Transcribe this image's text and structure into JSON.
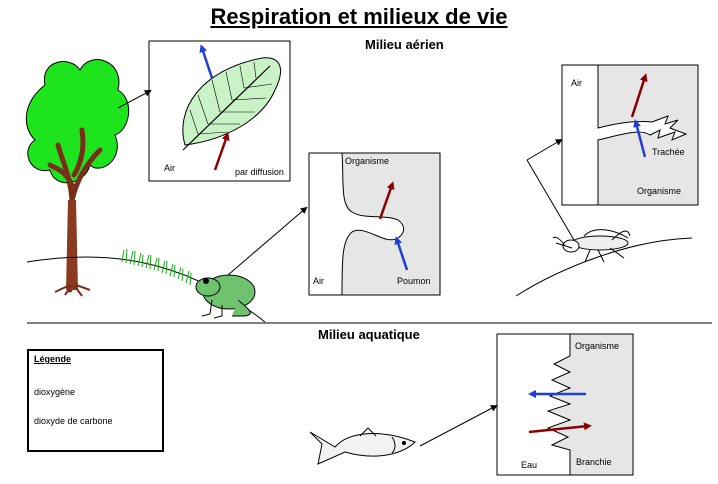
{
  "title": "Respiration et milieux de vie",
  "sections": {
    "aerial": "Milieu aérien",
    "aquatic": "Milieu aquatique"
  },
  "leaf_panel": {
    "air": "Air",
    "diffusion": "par diffusion"
  },
  "lung_panel": {
    "organism": "Organisme",
    "air": "Air",
    "lung": "Poumon"
  },
  "insect_panel": {
    "air": "Air",
    "trachea": "Trachée",
    "organism": "Organisme"
  },
  "gill_panel": {
    "organism": "Organisme",
    "water": "Eau",
    "gill": "Branchie"
  },
  "legend": {
    "title": "Légende",
    "items": [
      {
        "label": "dioxygène",
        "color": "#8b0000"
      },
      {
        "label": "dioxyde de carbone",
        "color": "#1f3fd8"
      }
    ]
  },
  "colors": {
    "oxygen": "#8b0000",
    "co2": "#1f3fd8",
    "tree": "#1ee41e",
    "leaf": "#c9f2c6",
    "organism_fill": "#e6e6e6"
  }
}
